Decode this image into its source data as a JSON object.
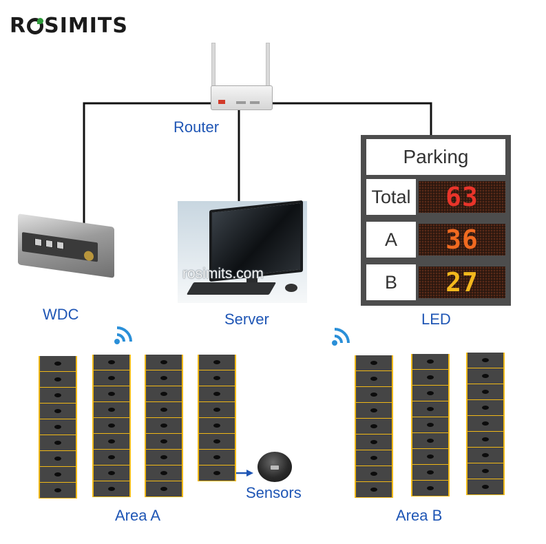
{
  "brand": {
    "logo_text_left": "R",
    "logo_text_right": "SIMITS",
    "accent_color": "#2e9a3a"
  },
  "nodes": {
    "router_label": "Router",
    "wdc_label": "WDC",
    "server_label": "Server",
    "led_label": "LED",
    "sensors_label": "Sensors",
    "area_a_label": "Area A",
    "area_b_label": "Area B"
  },
  "watermark": "rosimits.com",
  "led_board": {
    "title": "Parking",
    "rows": [
      {
        "label": "Total",
        "value": "63",
        "color": "#e8342a"
      },
      {
        "label": "A",
        "value": "36",
        "color": "#f06a20"
      },
      {
        "label": "B",
        "value": "27",
        "color": "#f3b81d"
      }
    ]
  },
  "icons": {
    "wifi_a": "wifi-icon",
    "wifi_b": "wifi-icon"
  },
  "colors": {
    "label_blue": "#1f56b5",
    "bay_border": "#f1b917",
    "bay_fill": "#454545"
  }
}
